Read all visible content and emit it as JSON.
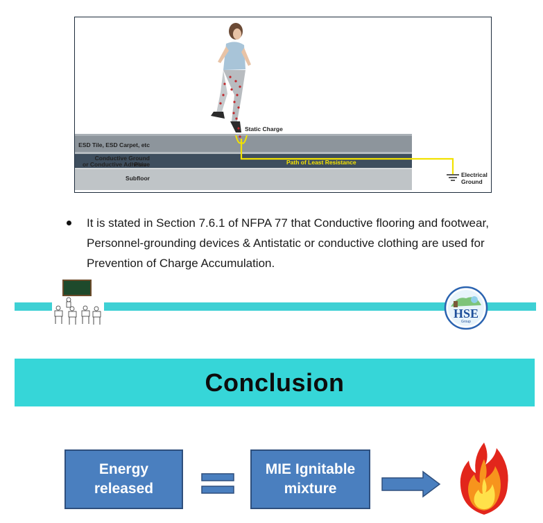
{
  "figure": {
    "label_static_charge": "Static Charge",
    "label_esd_tile": "ESD Tile, ESD Carpet, etc",
    "label_ground_plane_1": "Conductive Ground Plane",
    "label_ground_plane_2": "or Conductive Adhesive",
    "label_subfloor": "Subfloor",
    "label_path": "Path of Least Resistance",
    "label_electrical": "Electrical",
    "label_ground": "Ground"
  },
  "bullet": {
    "text": "It is stated in Section 7.6.1 of NFPA 77 that Conductive flooring and footwear, Personnel-grounding devices & Antistatic or conductive clothing are used for Prevention of Charge Accumulation."
  },
  "logo": {
    "text": "HSE",
    "subtext": "Group"
  },
  "banner": {
    "title": "Conclusion"
  },
  "equation": {
    "left_line1": "Energy",
    "left_line2": "released",
    "right_line1": "MIE Ignitable",
    "right_line2": "mixture"
  },
  "colors": {
    "divider": "#3ed0d4",
    "banner": "#36d6d8",
    "box_fill": "#4a7fbf",
    "box_border": "#2e4f7d",
    "path_line": "#f2e200"
  }
}
